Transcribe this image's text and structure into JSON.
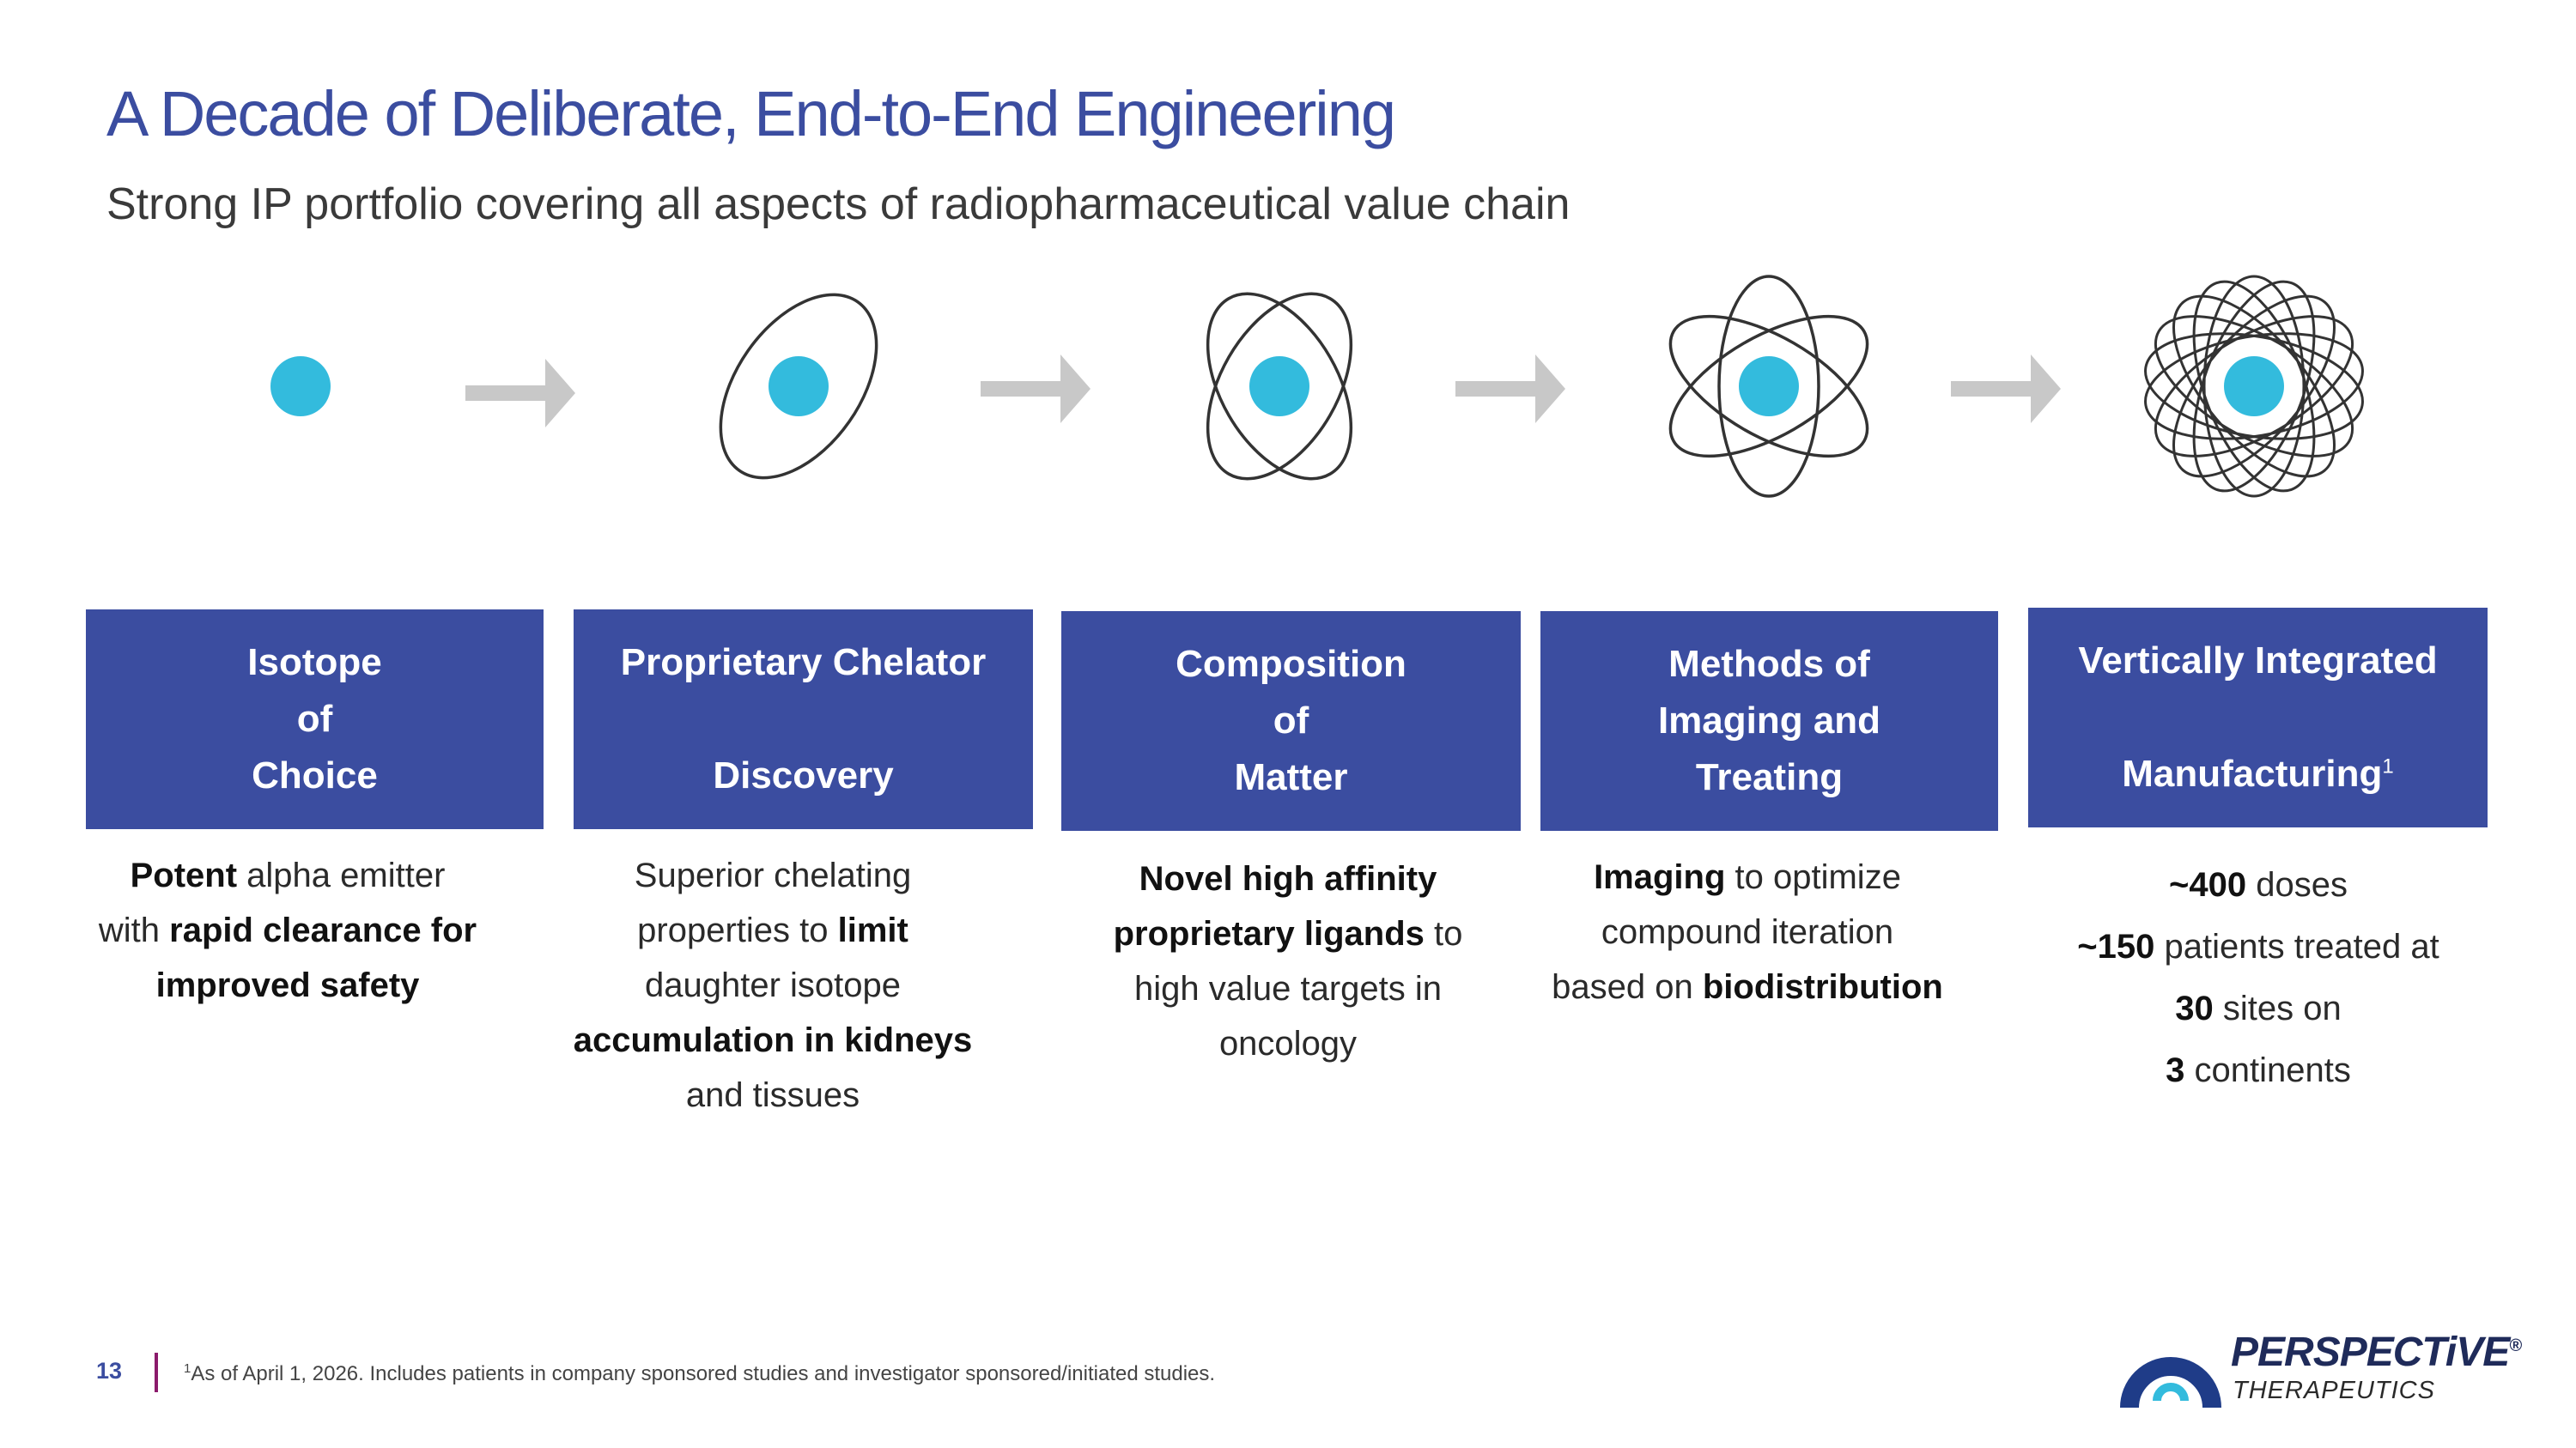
{
  "header": {
    "title": "A Decade of Deliberate, End-to-End Engineering",
    "subtitle": "Strong IP portfolio covering all aspects of radiopharmaceutical value chain"
  },
  "colors": {
    "accent": "#3B4DA0",
    "nucleus": "#33BBDD",
    "arrow": "#C8C8C8",
    "divider": "#8B1A6B"
  },
  "icons": [
    "nucleus-icon",
    "single-orbit-atom-icon",
    "double-orbit-atom-icon",
    "triple-orbit-atom-icon",
    "many-orbit-atom-icon",
    "arrow-right-icon"
  ],
  "boxes": [
    {
      "lines": [
        "Isotope",
        "of",
        "Choice"
      ]
    },
    {
      "line1": "Proprietary Chelator",
      "line2": "Discovery"
    },
    {
      "lines": [
        "Composition",
        "of",
        "Matter"
      ]
    },
    {
      "lines": [
        "Methods of",
        "Imaging and",
        "Treating"
      ]
    },
    {
      "line1": "Vertically Integrated",
      "line2": "Manufacturing",
      "sup": "1"
    }
  ],
  "descriptions": [
    {
      "l1b": "Potent",
      "l1": " alpha emitter",
      "l2": "with ",
      "l2b": "rapid clearance for",
      "l3b": "improved safety"
    },
    {
      "l1": "Superior chelating",
      "l2": "properties to ",
      "l2b": "limit",
      "l3": "daughter isotope",
      "l4b": "accumulation in kidneys",
      "l5": "and tissues"
    },
    {
      "l1b": "Novel high affinity",
      "l2b": "proprietary ligands",
      "l2": " to",
      "l3": "high value targets in",
      "l4": "oncology"
    },
    {
      "l1b": "Imaging",
      "l1": " to optimize",
      "l2": "compound iteration",
      "l3": "based on ",
      "l3b": "biodistribution"
    },
    {
      "l1b": "~400",
      "l1": " doses",
      "l2b": "~150",
      "l2": " patients treated at",
      "l3b": "30",
      "l3": " sites on",
      "l4b": "3",
      "l4": " continents"
    }
  ],
  "footer": {
    "page_number": "13",
    "footnote_sup": "1",
    "footnote": "As of April 1, 2026. Includes patients in company sponsored studies and investigator sponsored/initiated studies."
  },
  "logo": {
    "name": "PERSPECTiVE",
    "reg": "®",
    "sub": "THERAPEUTICS"
  }
}
